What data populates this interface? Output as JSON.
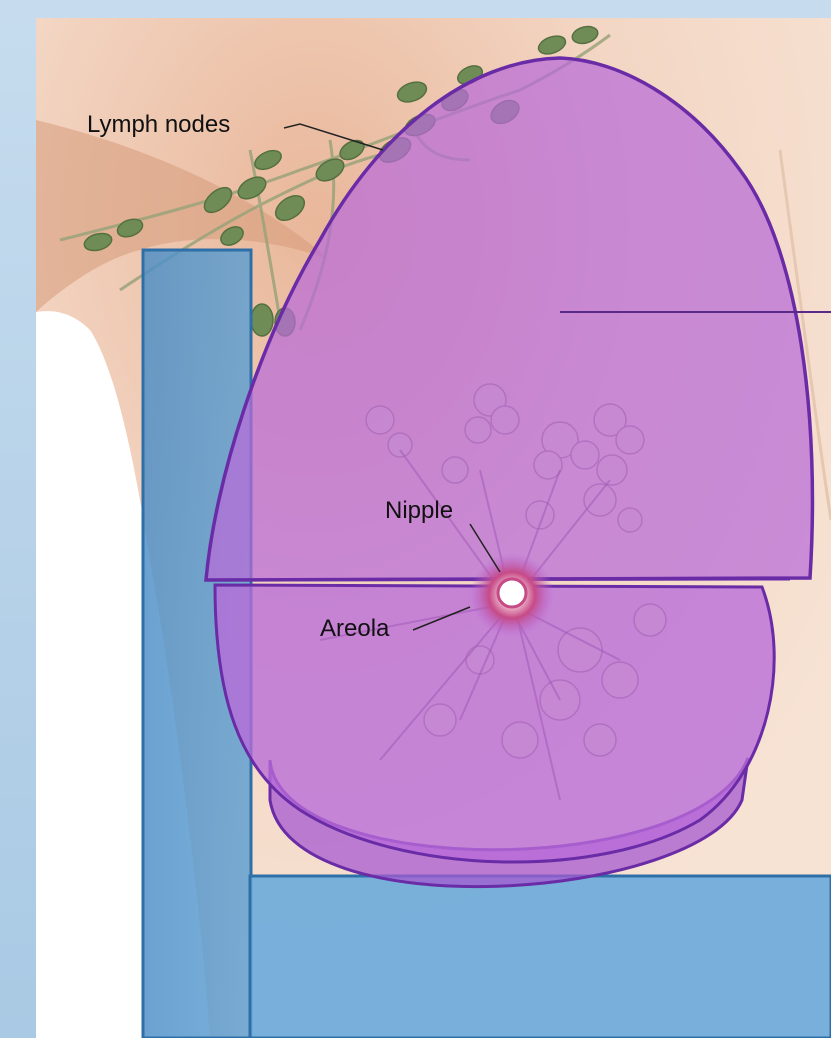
{
  "labels": {
    "lymph_nodes": "Lymph nodes",
    "nipple": "Nipple",
    "areola": "Areola"
  },
  "colors": {
    "frame_blue": "#bcd6ea",
    "skin": "#f2d3be",
    "skin_shadow": "#d9a07d",
    "lymph_node": "#6d8a58",
    "breast_overlay": "#b566d6",
    "overlay_stroke": "#6a2ca6",
    "column_blue": "#3f86c3",
    "table_blue": "#5aa3d8",
    "areola": "#c64a86"
  }
}
